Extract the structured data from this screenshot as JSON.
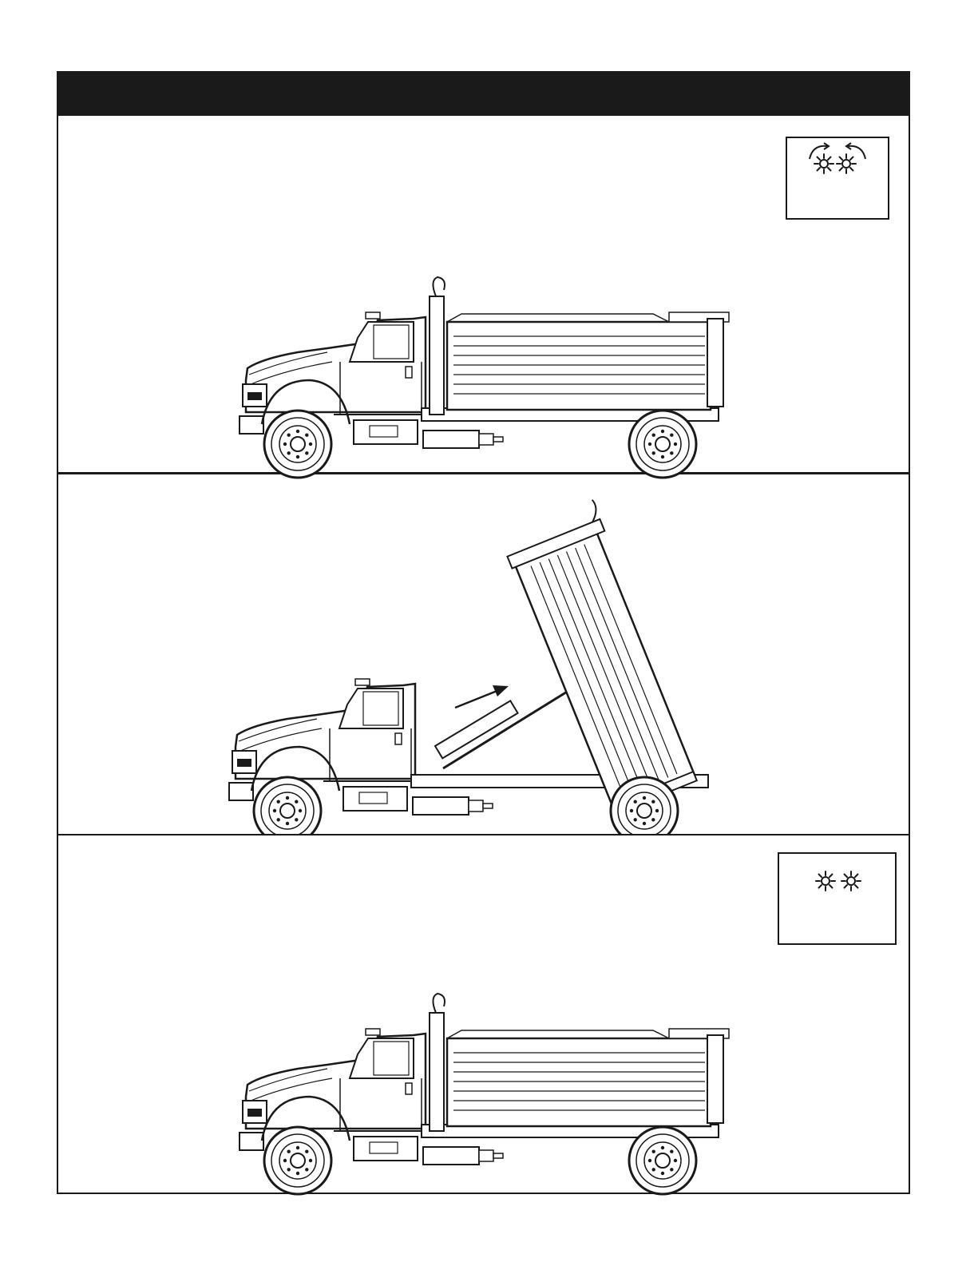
{
  "colors": {
    "ink": "#1a1a1a",
    "paper": "#ffffff"
  },
  "header": {
    "title": ""
  },
  "panels": [
    {
      "state": "body-lowered",
      "pto_indicator": {
        "icon": "gears-rotating-icon",
        "caption": ""
      }
    },
    {
      "state": "body-raised",
      "direction_arrow": "arrow-up-right-icon"
    },
    {
      "state": "body-lowered",
      "pto_indicator": {
        "icon": "gears-stopped-icon",
        "caption": ""
      }
    }
  ]
}
